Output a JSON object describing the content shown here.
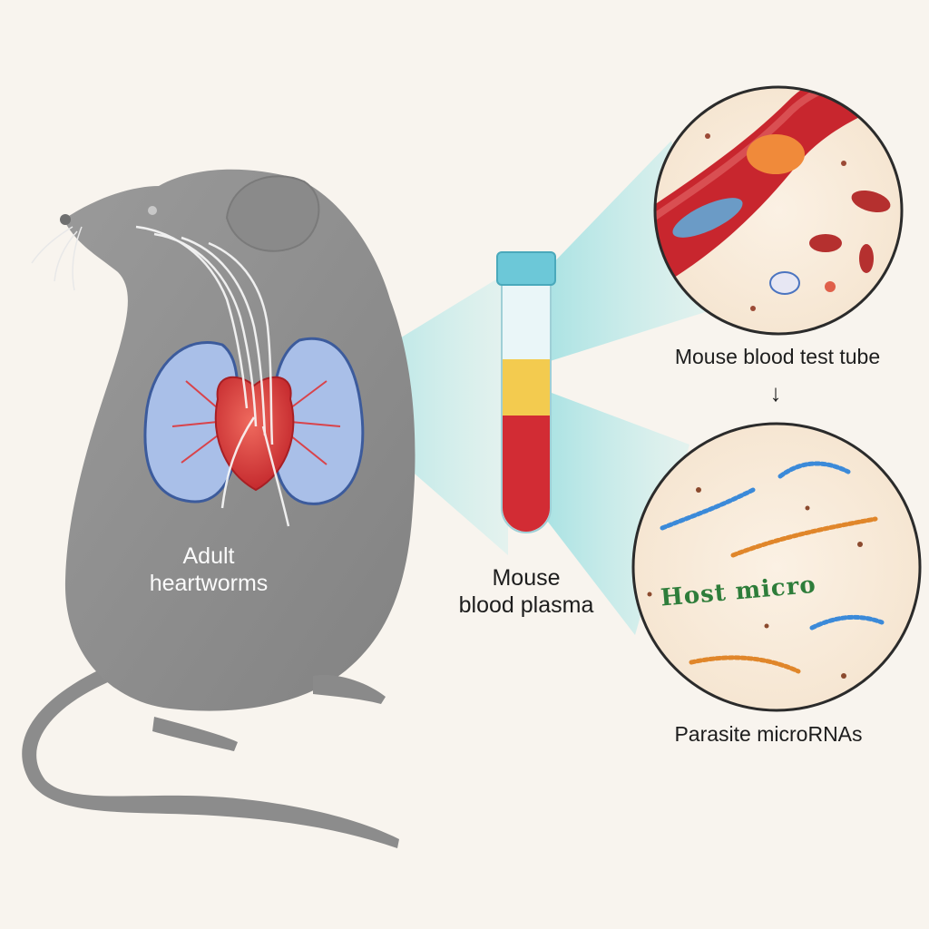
{
  "labels": {
    "heartworms_line1": "Adult",
    "heartworms_line2": "heartworms",
    "plasma_line1": "Mouse",
    "plasma_line2": "blood plasma",
    "test_tube": "Mouse blood test tube",
    "arrow": "↓",
    "host_micro": "Host micro",
    "parasite": "Parasite microRNAs"
  },
  "colors": {
    "background": "#f8f4ee",
    "mouse_body": "#8f8f8f",
    "lung": "#a9bfe8",
    "heart": "#d93a3a",
    "blood": "#d22c34",
    "plasma": "#f3cb4f",
    "tube_cap": "#6cc8d8",
    "beam": "#a8e4e6",
    "host_text": "#2e7d3a"
  }
}
